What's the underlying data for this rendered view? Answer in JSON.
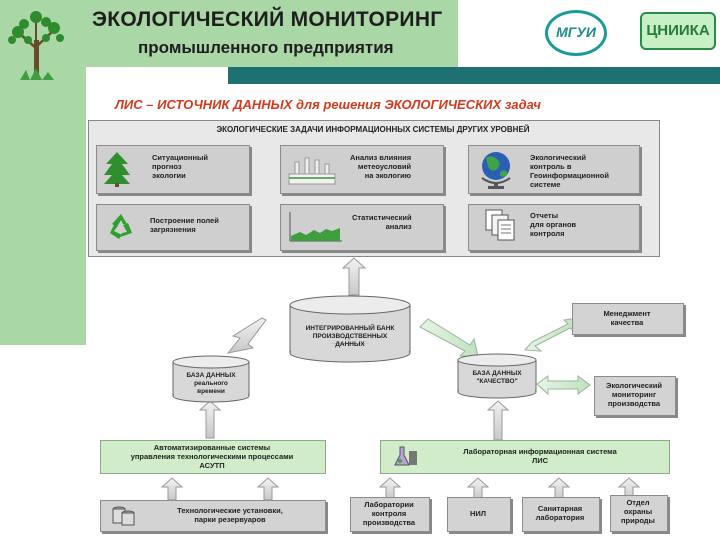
{
  "header": {
    "title": "ЭКОЛОГИЧЕСКИЙ МОНИТОРИНГ",
    "subtitle": "промышленного предприятия",
    "logo_left": "МГУИ",
    "logo_right": "ЦНИИКА"
  },
  "section_title": "ЛИС – ИСТОЧНИК ДАННЫХ для решения ЭКОЛОГИЧЕСКИХ задач",
  "top_panel": {
    "title": "ЭКОЛОГИЧЕСКИЕ ЗАДАЧИ ИНФОРМАЦИОННЫХ СИСТЕМЫ ДРУГИХ УРОВНЕЙ",
    "tasks": [
      {
        "label": "Ситуационный\nпрогноз\nэкологии",
        "icon": "tree-icon"
      },
      {
        "label": "Анализ   влияния\nметеоусловий\nна экологию",
        "icon": "factory-icon"
      },
      {
        "label": "Экологический\nконтроль в\nГеоинформационной\nсистеме",
        "icon": "globe-icon"
      },
      {
        "label": "Построение полей\nзагрязнения",
        "icon": "recycle-icon"
      },
      {
        "label": "Статистический\nанализ",
        "icon": "area-chart-icon"
      },
      {
        "label": "Отчеты\nдля органов\nконтроля",
        "icon": "documents-icon"
      }
    ]
  },
  "databases": {
    "integrated": "ИНТЕГРИРОВАННЫЙ БАНК\nПРОИЗВОДСТВЕННЫХ\nДАННЫХ",
    "realtime": "БАЗА ДАННЫХ\nреального\nвремени",
    "quality": "БАЗА ДАННЫХ\n\"КАЧЕСТВО\""
  },
  "right_boxes": {
    "quality_management": "Менеджмент\nкачества",
    "eco_monitoring": "Экологический\nмониторинг\nпроизводства"
  },
  "systems": {
    "asutp": "Автоматизированные системы\nуправления технологическими процессами\nАСУТП",
    "lis": "Лабораторная информационная система\nЛИС"
  },
  "bottom_boxes": {
    "installations": "Технологические установки,\nпарки  резервуаров",
    "lab_control": "Лаборатории\nконтроля\nпроизводства",
    "nil": "НИЛ",
    "sanitary": "Санитарная\nлаборатория",
    "nature": "Отдел\nохраны\nприроды"
  }
}
